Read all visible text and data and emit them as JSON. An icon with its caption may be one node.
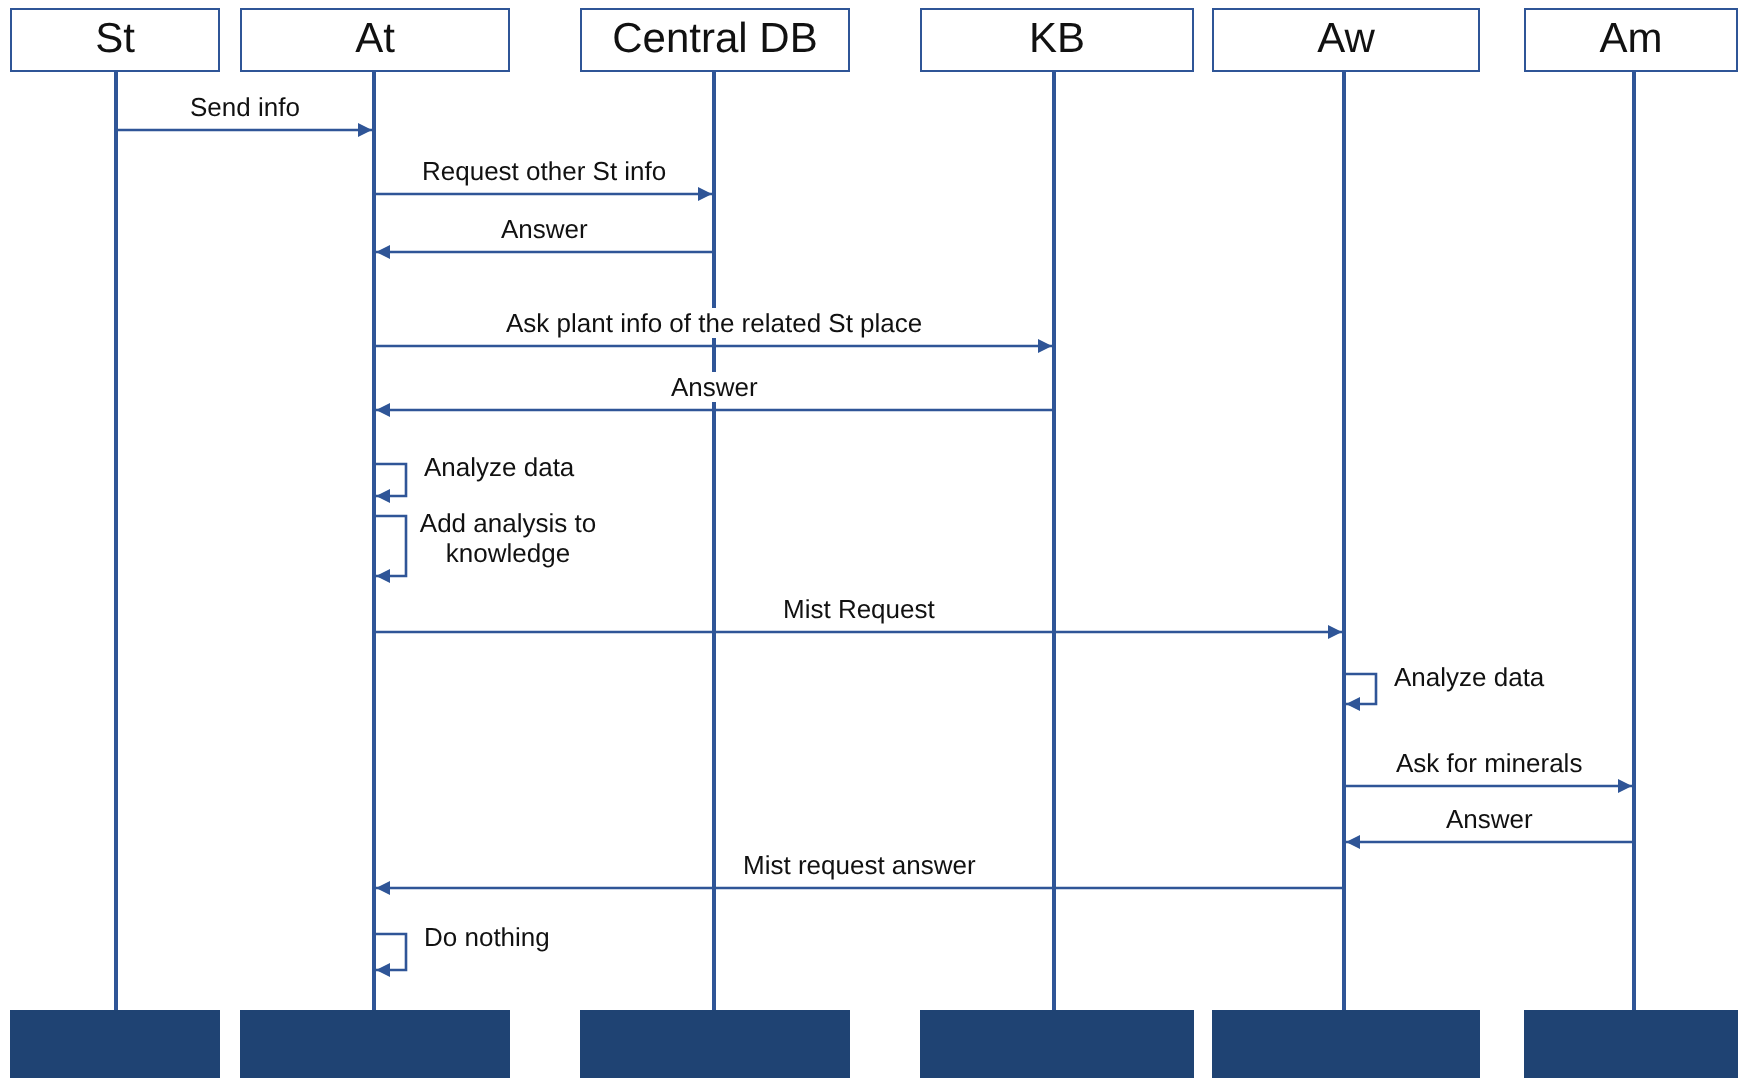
{
  "diagram": {
    "nodes": [
      {
        "text": [
          "St"
        ]
      },
      {
        "text": [
          "At"
        ]
      },
      {
        "text": [
          "Central DB"
        ]
      },
      {
        "text": [
          "KB"
        ]
      },
      {
        "text": [
          "Aw"
        ]
      },
      {
        "text": [
          "Am"
        ]
      },
      {
        "text": [],
        "shape": "line"
      },
      {
        "text": [],
        "shape": "line"
      },
      {
        "text": [],
        "shape": "line"
      },
      {
        "text": [],
        "shape": "line"
      },
      {
        "text": [],
        "shape": "line"
      },
      {
        "text": [],
        "shape": "line"
      },
      {
        "text": [],
        "shape": "bar"
      },
      {
        "text": [],
        "shape": "bar"
      },
      {
        "text": [],
        "shape": "bar"
      },
      {
        "text": [],
        "shape": "bar"
      },
      {
        "text": [],
        "shape": "bar"
      },
      {
        "text": [],
        "shape": "bar"
      }
    ],
    "edges": [
      {
        "from": 6,
        "to": 7,
        "arrow": "to",
        "label": "Send info"
      },
      {
        "from": 7,
        "to": 8,
        "arrow": "to",
        "label": "Request other St info"
      },
      {
        "from": 8,
        "to": 7,
        "arrow": "to",
        "label": "Answer"
      },
      {
        "from": 7,
        "to": 9,
        "arrow": "to",
        "label": "Ask plant info of the related St place"
      },
      {
        "from": 9,
        "to": 7,
        "arrow": "to",
        "label": "Answer"
      },
      {
        "from": 7,
        "to": 7,
        "arrow": "to",
        "label": "Analyze data"
      },
      {
        "from": 7,
        "to": 7,
        "arrow": "to",
        "label": "Add analysis to knowledge"
      },
      {
        "from": 7,
        "to": 10,
        "arrow": "to",
        "label": "Mist Request"
      },
      {
        "from": 10,
        "to": 10,
        "arrow": "to",
        "label": "Analyze data"
      },
      {
        "from": 10,
        "to": 11,
        "arrow": "to",
        "label": "Ask for minerals"
      },
      {
        "from": 11,
        "to": 10,
        "arrow": "to",
        "label": "Answer"
      },
      {
        "from": 10,
        "to": 7,
        "arrow": "to",
        "label": "Mist request answer"
      },
      {
        "from": 7,
        "to": 7,
        "arrow": "to",
        "label": "Do nothing"
      }
    ]
  }
}
